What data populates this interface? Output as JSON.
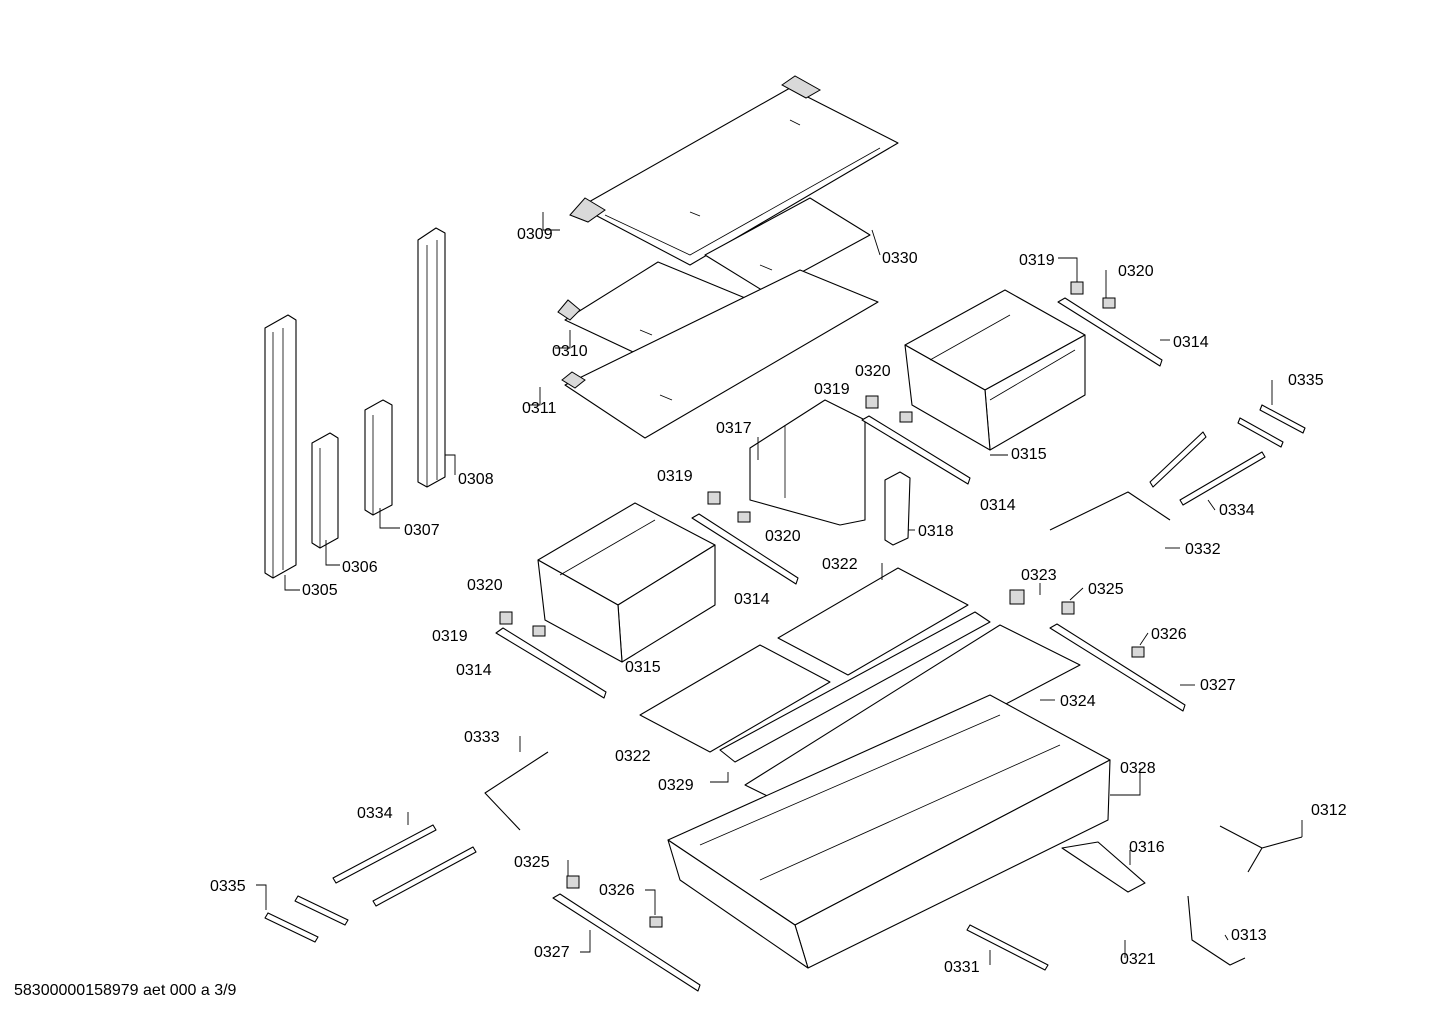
{
  "footer": "58300000158979 aet 000 a 3/9",
  "labels": [
    "0309",
    "0330",
    "0310",
    "0311",
    "0308",
    "0305",
    "0306",
    "0307",
    "0317",
    "0319",
    "0320",
    "0314",
    "0315",
    "0335",
    "0334",
    "0332",
    "0318",
    "0322",
    "0323",
    "0325",
    "0326",
    "0327",
    "0324",
    "0328",
    "0333",
    "0329",
    "0312",
    "0316",
    "0313",
    "0321",
    "0331"
  ]
}
